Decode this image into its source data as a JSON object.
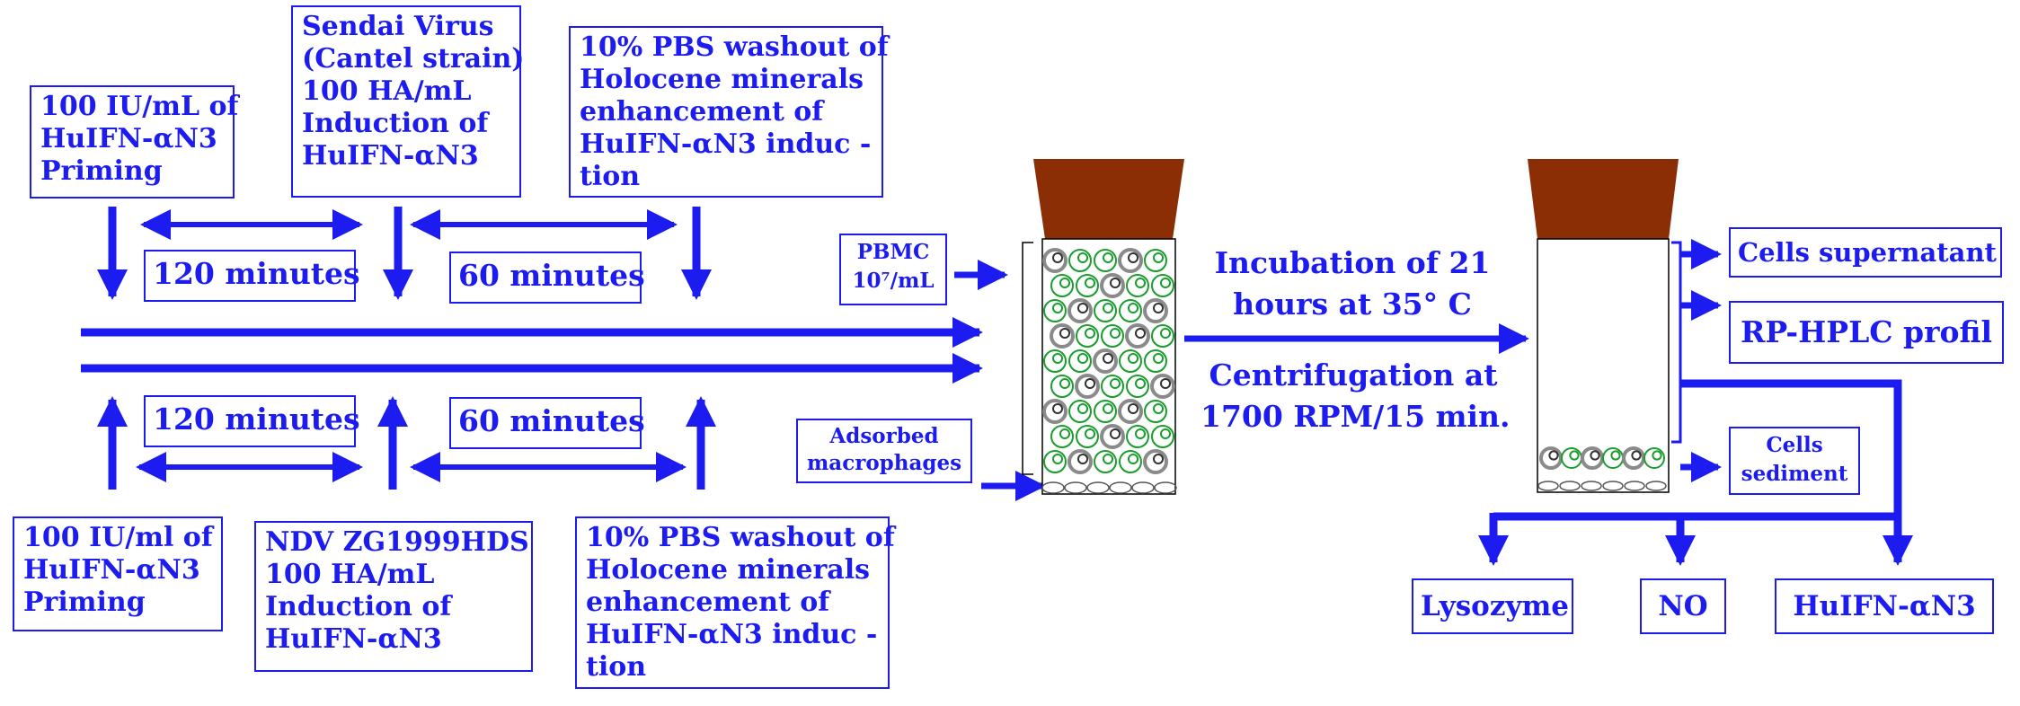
{
  "top_priming": {
    "lines": [
      "100 IU/mL of",
      "HuIFN-αN3",
      "Priming"
    ]
  },
  "top_virus": {
    "lines": [
      "Sendai Virus",
      "(Cantel strain)",
      "100 HA/mL",
      "Induction of",
      "HuIFN-αN3"
    ]
  },
  "top_washout": {
    "lines": [
      "10% PBS washout of",
      "Holocene minerals",
      "enhancement of",
      "HuIFN-αN3 induc -",
      "tion"
    ]
  },
  "top_interval_1": "120 minutes",
  "top_interval_2": "60 minutes",
  "bottom_interval_1": "120 minutes",
  "bottom_interval_2": "60 minutes",
  "bottom_priming": {
    "lines": [
      "100 IU/ml of",
      "HuIFN-αN3",
      "Priming"
    ]
  },
  "bottom_virus": {
    "lines": [
      "NDV ZG1999HDS",
      "100 HA/mL",
      "Induction of",
      "HuIFN-αN3"
    ]
  },
  "bottom_washout": {
    "lines": [
      "10% PBS washout of",
      "Holocene minerals",
      "enhancement of",
      "HuIFN-αN3 induc -",
      "tion"
    ]
  },
  "pbmc": {
    "lines": [
      "PBMC",
      "10⁷/mL"
    ]
  },
  "macrophages": {
    "lines": [
      "Adsorbed",
      "macrophages"
    ]
  },
  "incubation": {
    "lines": [
      "Incubation of 21",
      "hours at 35° C"
    ]
  },
  "centrifugation": {
    "lines": [
      "Centrifugation at",
      "1700 RPM/15 min."
    ]
  },
  "outputs": {
    "supernatant": "Cells supernatant",
    "hplc": "RP-HPLC profil",
    "sediment": {
      "lines": [
        "Cells",
        "sediment"
      ]
    }
  },
  "assays": {
    "lysozyme": "Lysozyme",
    "no": "NO",
    "ifn": "HuIFN-αN3"
  },
  "colors": {
    "accent": "#1c1cf0",
    "cap": "#8b2e06",
    "cell_green": "#1a9e2e",
    "cell_gray": "#8a8a8a"
  }
}
